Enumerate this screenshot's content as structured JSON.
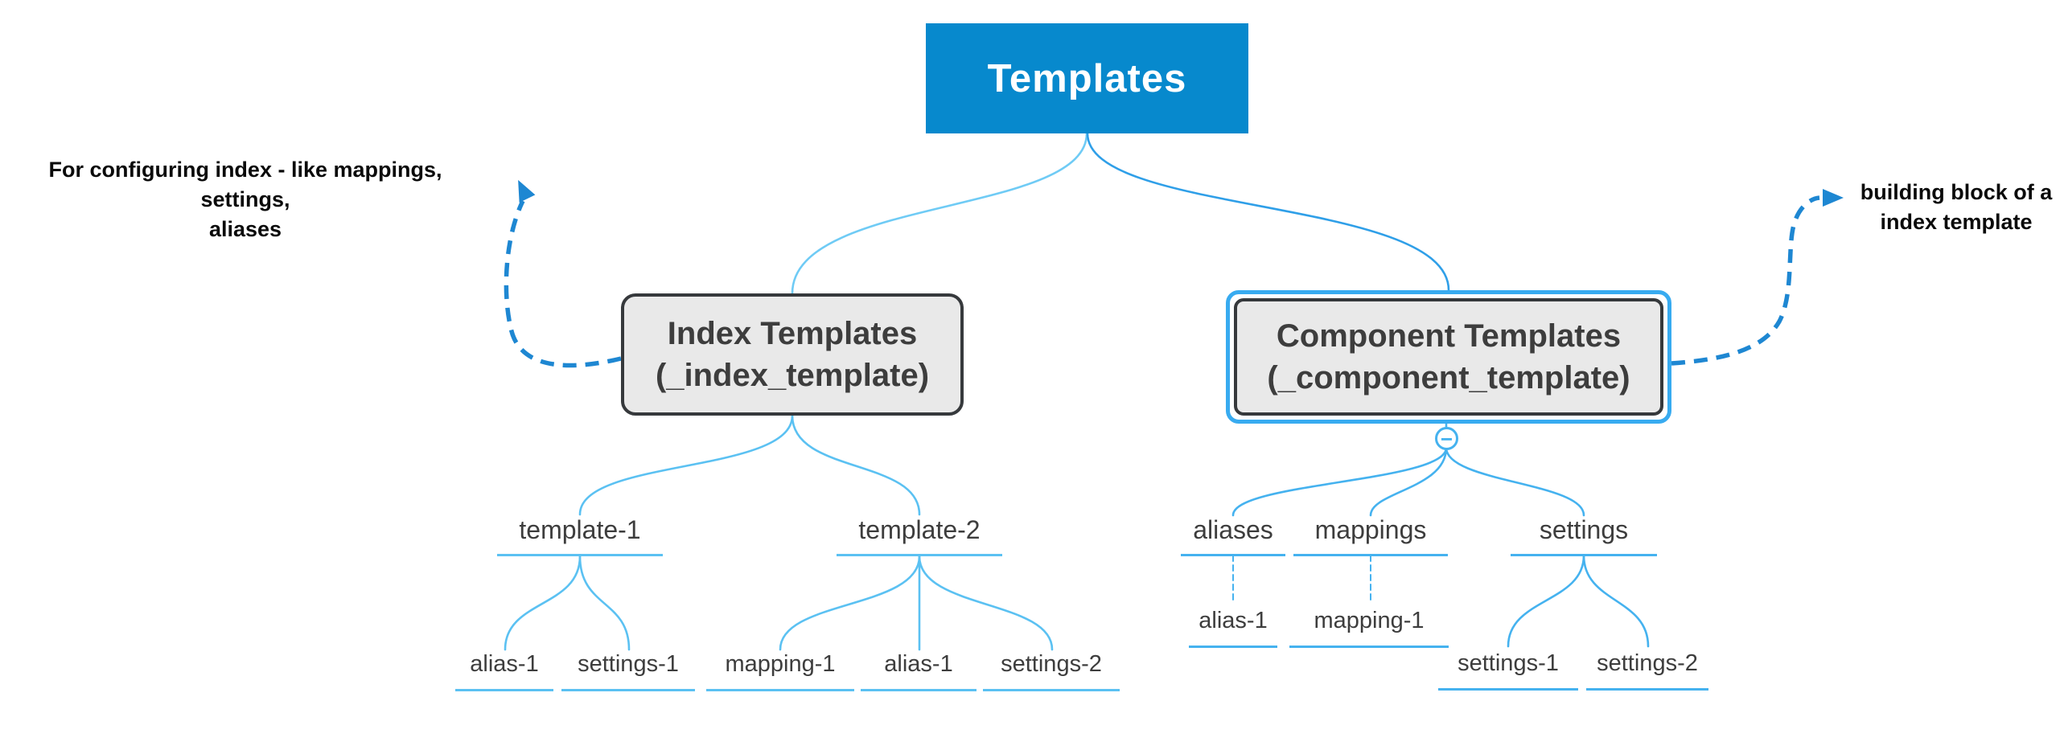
{
  "colors": {
    "root_fill": "#0789cd",
    "root_text": "#ffffff",
    "connector_root_left": "#6fcbf5",
    "connector_root_right": "#2f9fe8",
    "connector_left": "#5bc1f2",
    "connector_right": "#45b2ef",
    "dashed_arrow": "#1e87d2",
    "node_fill": "#e9e9e9",
    "node_border": "#36393c",
    "component_outer_border": "#38abf0",
    "label_text": "#3d3d3d",
    "annotation_text": "#0a0a0a"
  },
  "root": {
    "label": "Templates"
  },
  "annotations": {
    "left": {
      "line1": "For configuring index - like mappings, settings,",
      "line2": "aliases"
    },
    "right": {
      "line1": "building block of a",
      "line2": "index template"
    }
  },
  "index_branch": {
    "title": "Index Templates",
    "subtitle": "(_index_template)",
    "children": [
      {
        "label": "template-1",
        "children": [
          {
            "label": "alias-1"
          },
          {
            "label": "settings-1"
          }
        ]
      },
      {
        "label": "template-2",
        "children": [
          {
            "label": "mapping-1"
          },
          {
            "label": "alias-1"
          },
          {
            "label": "settings-2"
          }
        ]
      }
    ]
  },
  "component_branch": {
    "title": "Component Templates",
    "subtitle": "(_component_template)",
    "collapse_symbol": "−",
    "children": [
      {
        "label": "aliases",
        "children": [
          {
            "label": "alias-1"
          }
        ]
      },
      {
        "label": "mappings",
        "children": [
          {
            "label": "mapping-1"
          }
        ]
      },
      {
        "label": "settings",
        "children": [
          {
            "label": "settings-1"
          },
          {
            "label": "settings-2"
          }
        ]
      }
    ]
  }
}
